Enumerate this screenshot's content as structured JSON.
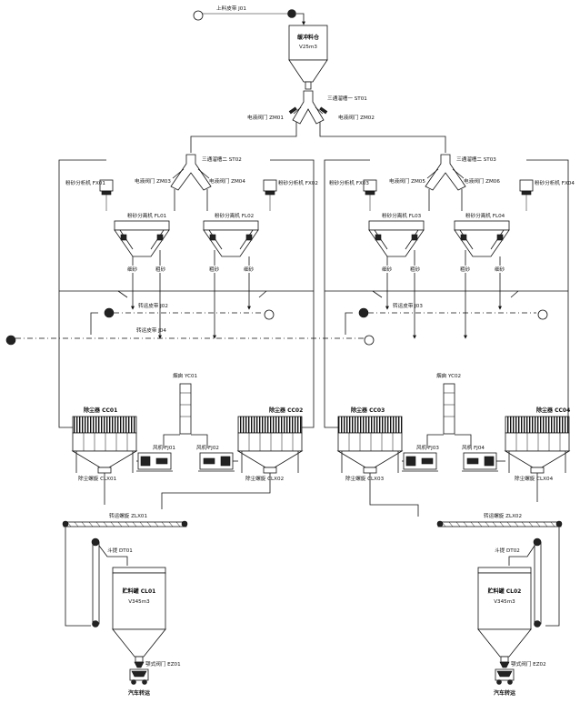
{
  "labels": {
    "feed_belt": "上料皮带 J01",
    "buffer_bin": "缓冲料仓",
    "buffer_bin_vol": "V25m3",
    "st01": "三通溜槽一 ST01",
    "zm01": "电液阀门 ZM01",
    "zm02": "电液阀门 ZM02",
    "st02": "三通溜槽二 ST02",
    "st03": "三通溜槽二 ST03",
    "zm03": "电液阀门 ZM03",
    "zm04": "电液阀门 ZM04",
    "zm05": "电液阀门 ZM05",
    "zm06": "电液阀门 ZM06",
    "fx01": "粉砂分析机 FX01",
    "fx02": "粉砂分析机 FX02",
    "fx03": "粉砂分析机 FX03",
    "fx04": "粉砂分析机 FX04",
    "fl01": "粉砂分离机 FL01",
    "fl02": "粉砂分离机 FL02",
    "fl03": "粉砂分离机 FL03",
    "fl04": "粉砂分离机 FL04",
    "fine": "细砂",
    "coarse": "粗砂",
    "j02": "转运皮带 J02",
    "j03": "转运皮带 J03",
    "j04": "转运皮带 J04",
    "yc01": "烟囱 YC01",
    "yc02": "烟囱 YC02",
    "cc01": "除尘器 CC01",
    "cc02": "除尘器 CC02",
    "cc03": "除尘器 CC03",
    "cc04": "除尘器 CC04",
    "fj01": "风机 FJ01",
    "fj02": "风机 FJ02",
    "fj03": "风机 FJ03",
    "fj04": "风机 FJ04",
    "clx01": "除尘螺旋 CLX01",
    "clx02": "除尘螺旋 CLX02",
    "clx03": "除尘螺旋 CLX03",
    "clx04": "除尘螺旋 CLX04",
    "zlx01": "转运螺旋 ZLX01",
    "zlx02": "转运螺旋 ZLX02",
    "dt01": "斗提 DT01",
    "dt02": "斗提 DT02",
    "cl01": "贮料罐 CL01",
    "cl02": "贮料罐 CL02",
    "silo_vol": "V345m3",
    "ez01": "颚式阀门 EZ01",
    "ez02": "颚式阀门 EZ02",
    "truck": "汽车转运"
  }
}
